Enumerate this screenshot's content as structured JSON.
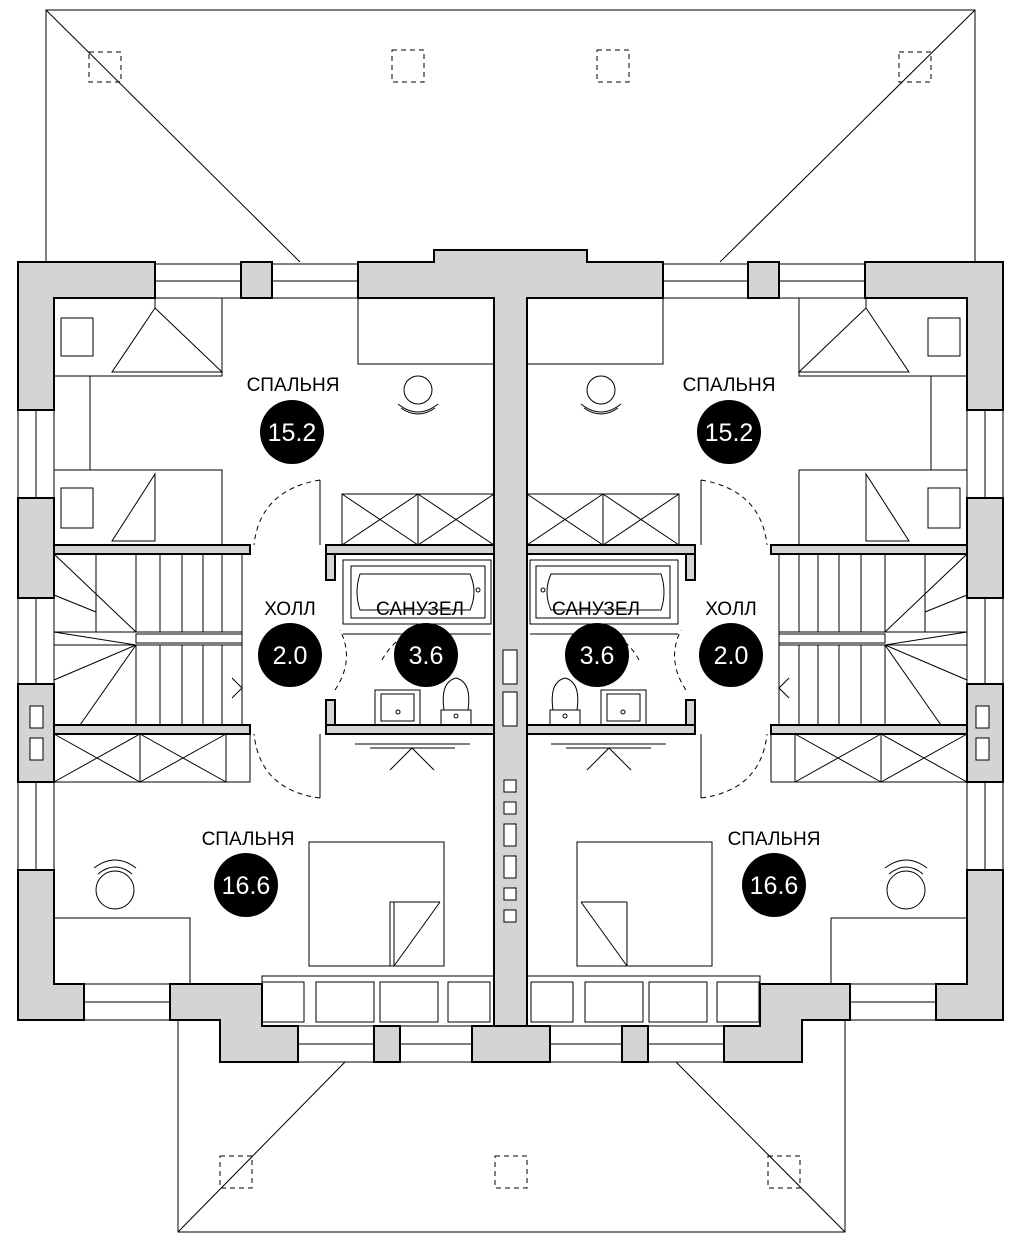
{
  "rooms": {
    "bedroom_top_left": {
      "label": "СПАЛЬНЯ",
      "area": "15.2"
    },
    "bedroom_top_right": {
      "label": "СПАЛЬНЯ",
      "area": "15.2"
    },
    "hall_left": {
      "label": "ХОЛЛ",
      "area": "2.0"
    },
    "hall_right": {
      "label": "ХОЛЛ",
      "area": "2.0"
    },
    "bath_left": {
      "label": "САНУЗЕЛ",
      "area": "3.6"
    },
    "bath_right": {
      "label": "САНУЗЕЛ",
      "area": "3.6"
    },
    "bedroom_bottom_left": {
      "label": "СПАЛЬНЯ",
      "area": "16.6"
    },
    "bedroom_bottom_right": {
      "label": "СПАЛЬНЯ",
      "area": "16.6"
    }
  },
  "colors": {
    "wall": "#d4d4d4",
    "line": "#000000",
    "badge": "#000000",
    "badge_text": "#ffffff"
  }
}
